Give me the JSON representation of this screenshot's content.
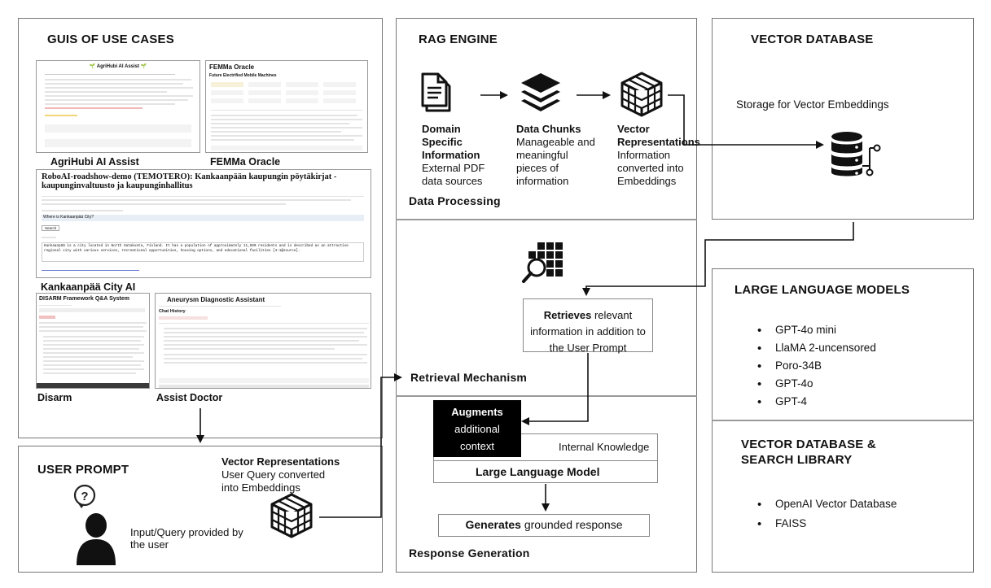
{
  "guis": {
    "title": "GUIS OF USE CASES",
    "agrihubi_caption": "AgriHubi AI Assist",
    "agrihubi_header": "🌱 AgriHubi AI Assist 🌱",
    "femma_caption": "FEMMa Oracle",
    "femma_header": "FEMMa Oracle",
    "femma_sub": "Future Electrified Mobile Machines",
    "kankaanpaa_caption": "Kankaanpää City AI",
    "kankaanpaa_header": "RoboAI-roadshow-demo (TEMOTERO): Kankaanpään kaupungin pöytäkirjat - kaupunginvaltuusto ja kaupunginhallitus",
    "kankaanpaa_query": "Where is Kankaanpää City?",
    "kankaanpaa_button": "Search",
    "kankaanpaa_answer": "Kankaanpää is a city located in North Satakunta, Finland. It has a population of approximately 11,500 residents and is described as an attractive regional city with various services, recreational opportunities, housing options, and educational facilities [4:1@source].",
    "disarm_caption": "Disarm",
    "disarm_header": "DISARM Framework Q&A System",
    "doctor_caption": "Assist Doctor",
    "doctor_header": "Aneurysm Diagnostic Assistant",
    "doctor_sub": "Chat History"
  },
  "user_prompt": {
    "title": "USER PROMPT",
    "input_label": "Input/Query provided by the user",
    "vector_title": "Vector Representations",
    "vector_desc": "User Query converted into Embeddings"
  },
  "rag": {
    "title": "RAG ENGINE",
    "domain_title": "Domain Specific Information",
    "domain_desc": "External PDF data sources",
    "chunks_title": "Data Chunks",
    "chunks_desc": "Manageable and meaningful pieces of information",
    "vectors_title": "Vector Representations",
    "vectors_desc": "Information converted into Embeddings",
    "data_processing": "Data Processing",
    "retrieves_bold": "Retrieves",
    "retrieves_rest": " relevant information in addition to the User Prompt",
    "retrieval_mechanism": "Retrieval Mechanism",
    "augments_bold": "Augments",
    "augments_rest": "additional context",
    "internal_knowledge": "Internal Knowledge",
    "llm": "Large Language Model",
    "generates_bold": "Generates",
    "generates_rest": " grounded response",
    "response_generation": "Response Generation"
  },
  "vector_db": {
    "title": "VECTOR DATABASE",
    "desc": "Storage for Vector Embeddings"
  },
  "llms": {
    "title": "LARGE LANGUAGE MODELS",
    "items": [
      "GPT-4o mini",
      "LlaMA 2-uncensored",
      "Poro-34B",
      "GPT-4o",
      "GPT-4"
    ]
  },
  "search_lib": {
    "title": "VECTOR DATABASE & SEARCH LIBRARY",
    "items": [
      "OpenAI Vector Database",
      "FAISS"
    ]
  }
}
